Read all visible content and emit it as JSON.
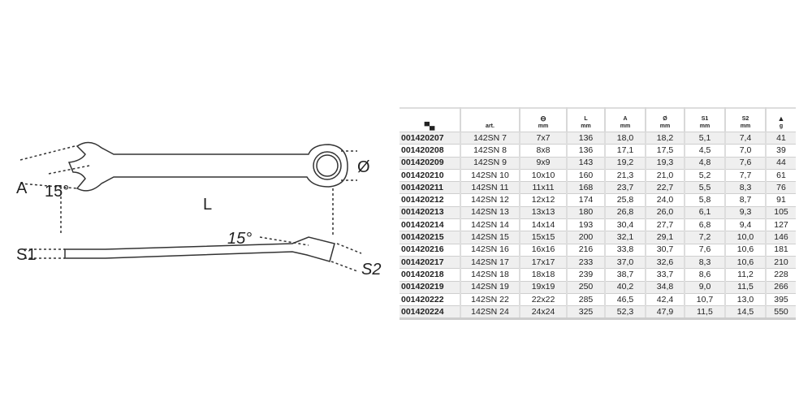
{
  "drawing": {
    "labels": {
      "A": "A",
      "angle1": "15°",
      "L": "L",
      "diameter": "Ø",
      "S1": "S1",
      "angle2": "15°",
      "S2": "S2"
    }
  },
  "table": {
    "headers": [
      {
        "icon": "code-icon",
        "top": "",
        "unit": ""
      },
      {
        "icon": "",
        "top": "",
        "unit": "art."
      },
      {
        "icon": "wrench-size-icon",
        "top": "",
        "unit": "mm"
      },
      {
        "icon": "",
        "top": "L",
        "unit": "mm"
      },
      {
        "icon": "",
        "top": "A",
        "unit": "mm"
      },
      {
        "icon": "",
        "top": "Ø",
        "unit": "mm"
      },
      {
        "icon": "",
        "top": "S1",
        "unit": "mm"
      },
      {
        "icon": "",
        "top": "S2",
        "unit": "mm"
      },
      {
        "icon": "weight-icon",
        "top": "",
        "unit": "g"
      }
    ],
    "rows": [
      [
        "001420207",
        "142SN 7",
        "7x7",
        "136",
        "18,0",
        "18,2",
        "5,1",
        "7,4",
        "41"
      ],
      [
        "001420208",
        "142SN 8",
        "8x8",
        "136",
        "17,1",
        "17,5",
        "4,5",
        "7,0",
        "39"
      ],
      [
        "001420209",
        "142SN 9",
        "9x9",
        "143",
        "19,2",
        "19,3",
        "4,8",
        "7,6",
        "44"
      ],
      [
        "001420210",
        "142SN 10",
        "10x10",
        "160",
        "21,3",
        "21,0",
        "5,2",
        "7,7",
        "61"
      ],
      [
        "001420211",
        "142SN 11",
        "11x11",
        "168",
        "23,7",
        "22,7",
        "5,5",
        "8,3",
        "76"
      ],
      [
        "001420212",
        "142SN 12",
        "12x12",
        "174",
        "25,8",
        "24,0",
        "5,8",
        "8,7",
        "91"
      ],
      [
        "001420213",
        "142SN 13",
        "13x13",
        "180",
        "26,8",
        "26,0",
        "6,1",
        "9,3",
        "105"
      ],
      [
        "001420214",
        "142SN 14",
        "14x14",
        "193",
        "30,4",
        "27,7",
        "6,8",
        "9,4",
        "127"
      ],
      [
        "001420215",
        "142SN 15",
        "15x15",
        "200",
        "32,1",
        "29,1",
        "7,2",
        "10,0",
        "146"
      ],
      [
        "001420216",
        "142SN 16",
        "16x16",
        "216",
        "33,8",
        "30,7",
        "7,6",
        "10,6",
        "181"
      ],
      [
        "001420217",
        "142SN 17",
        "17x17",
        "233",
        "37,0",
        "32,6",
        "8,3",
        "10,6",
        "210"
      ],
      [
        "001420218",
        "142SN 18",
        "18x18",
        "239",
        "38,7",
        "33,7",
        "8,6",
        "11,2",
        "228"
      ],
      [
        "001420219",
        "142SN 19",
        "19x19",
        "250",
        "40,2",
        "34,8",
        "9,0",
        "11,5",
        "266"
      ],
      [
        "001420222",
        "142SN 22",
        "22x22",
        "285",
        "46,5",
        "42,4",
        "10,7",
        "13,0",
        "395"
      ],
      [
        "001420224",
        "142SN 24",
        "24x24",
        "325",
        "52,3",
        "47,9",
        "11,5",
        "14,5",
        "550"
      ]
    ]
  }
}
